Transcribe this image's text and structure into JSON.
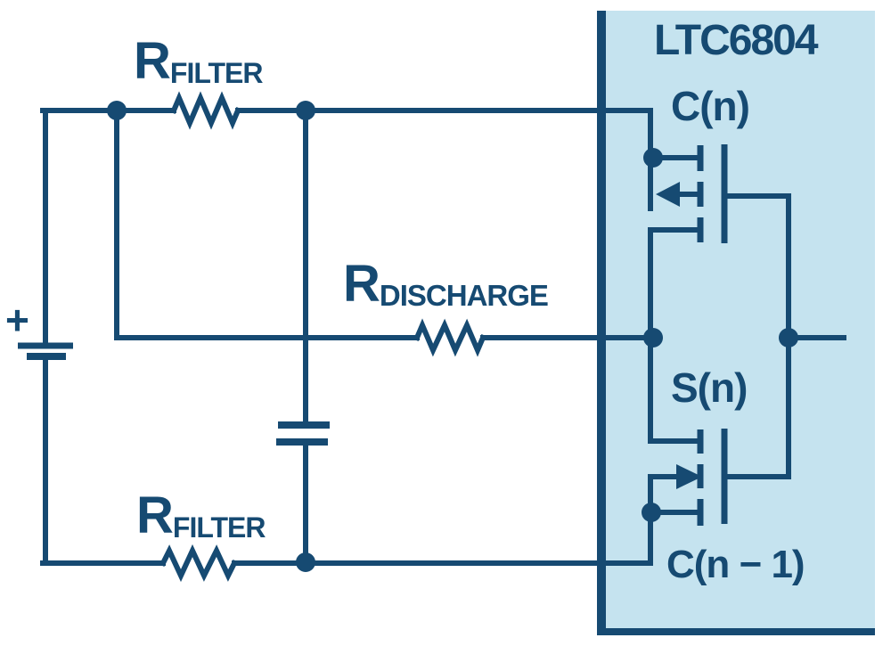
{
  "diagram": {
    "type": "circuit-schematic",
    "ic_title": "LTC6804",
    "pins": {
      "top": "C(n)",
      "middle": "S(n)",
      "bottom": "C(n − 1)"
    },
    "resistors": {
      "top_filter": {
        "main": "R",
        "sub": "FILTER"
      },
      "discharge": {
        "main": "R",
        "sub": "DISCHARGE"
      },
      "bottom_filter": {
        "main": "R",
        "sub": "FILTER"
      }
    },
    "battery": {
      "polarity": "+"
    },
    "colors": {
      "wire": "#164a72",
      "ic_fill": "#c5e3ef",
      "background": "#ffffff"
    }
  }
}
